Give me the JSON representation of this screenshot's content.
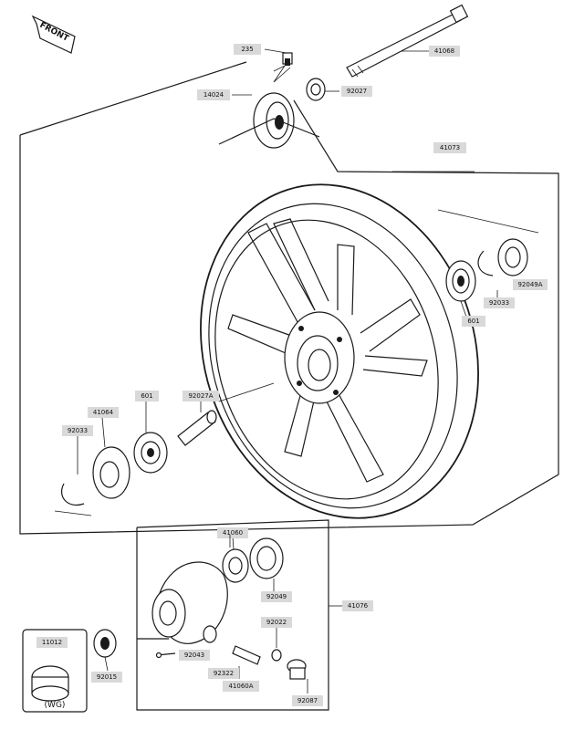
{
  "badge": {
    "front": "FRONT"
  },
  "labels": {
    "p235": "235",
    "p41068": "41068",
    "p14024": "14024",
    "p92027": "92027",
    "p41073": "41073",
    "p92049a": "92049A",
    "p92033_right": "92033",
    "p601_right": "601",
    "p601_left": "601",
    "p92027a": "92027A",
    "p41064": "41064",
    "p92033_left": "92033",
    "p41060": "41060",
    "p92049": "92049",
    "p41076": "41076",
    "p92022": "92022",
    "p11012": "11012",
    "p92043": "92043",
    "p92322": "92322",
    "p41060a": "41060A",
    "p92015": "92015",
    "p92087": "92087"
  },
  "cap_note": "(WG)"
}
